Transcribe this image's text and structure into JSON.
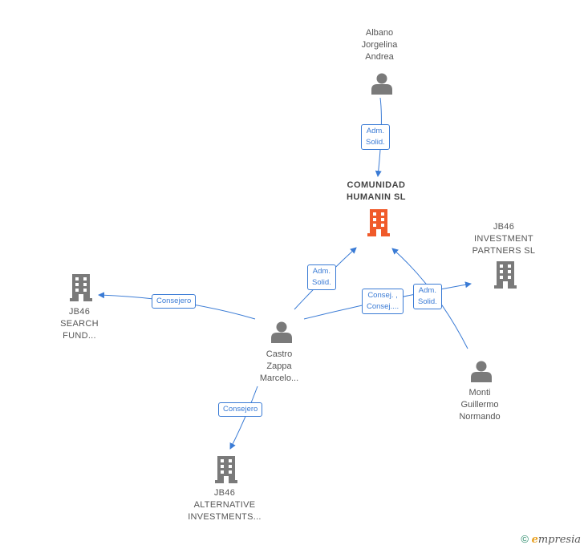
{
  "nodes": {
    "albano": {
      "line1": "Albano",
      "line2": "Jorgelina",
      "line3": "Andrea"
    },
    "comunidad": {
      "line1": "COMUNIDAD",
      "line2": "HUMANIN  SL"
    },
    "jb46_investment": {
      "line1": "JB46",
      "line2": "INVESTMENT",
      "line3": "PARTNERS  SL"
    },
    "jb46_search": {
      "line1": "JB46",
      "line2": "SEARCH",
      "line3": "FUND..."
    },
    "castro": {
      "line1": "Castro",
      "line2": "Zappa",
      "line3": "Marcelo..."
    },
    "monti": {
      "line1": "Monti",
      "line2": "Guillermo",
      "line3": "Normando"
    },
    "jb46_alternative": {
      "line1": "JB46",
      "line2": "ALTERNATIVE",
      "line3": "INVESTMENTS..."
    }
  },
  "edges": {
    "albano_comunidad": {
      "line1": "Adm.",
      "line2": "Solid."
    },
    "castro_comunidad": {
      "line1": "Adm.",
      "line2": "Solid."
    },
    "castro_search": {
      "line1": "Consejero"
    },
    "castro_investment": {
      "line1": "Consej. ,",
      "line2": "Consej...."
    },
    "monti_comunidad": {
      "line1": "Adm.",
      "line2": "Solid."
    },
    "castro_alternative": {
      "line1": "Consejero"
    }
  },
  "colors": {
    "edge": "#3a7bd5",
    "person_icon": "#7a7a7a",
    "company_icon": "#7a7a7a",
    "main_company_icon": "#f05a2a"
  },
  "watermark": {
    "symbol": "©",
    "brand_e": "e",
    "brand_rest": "mpresia"
  }
}
